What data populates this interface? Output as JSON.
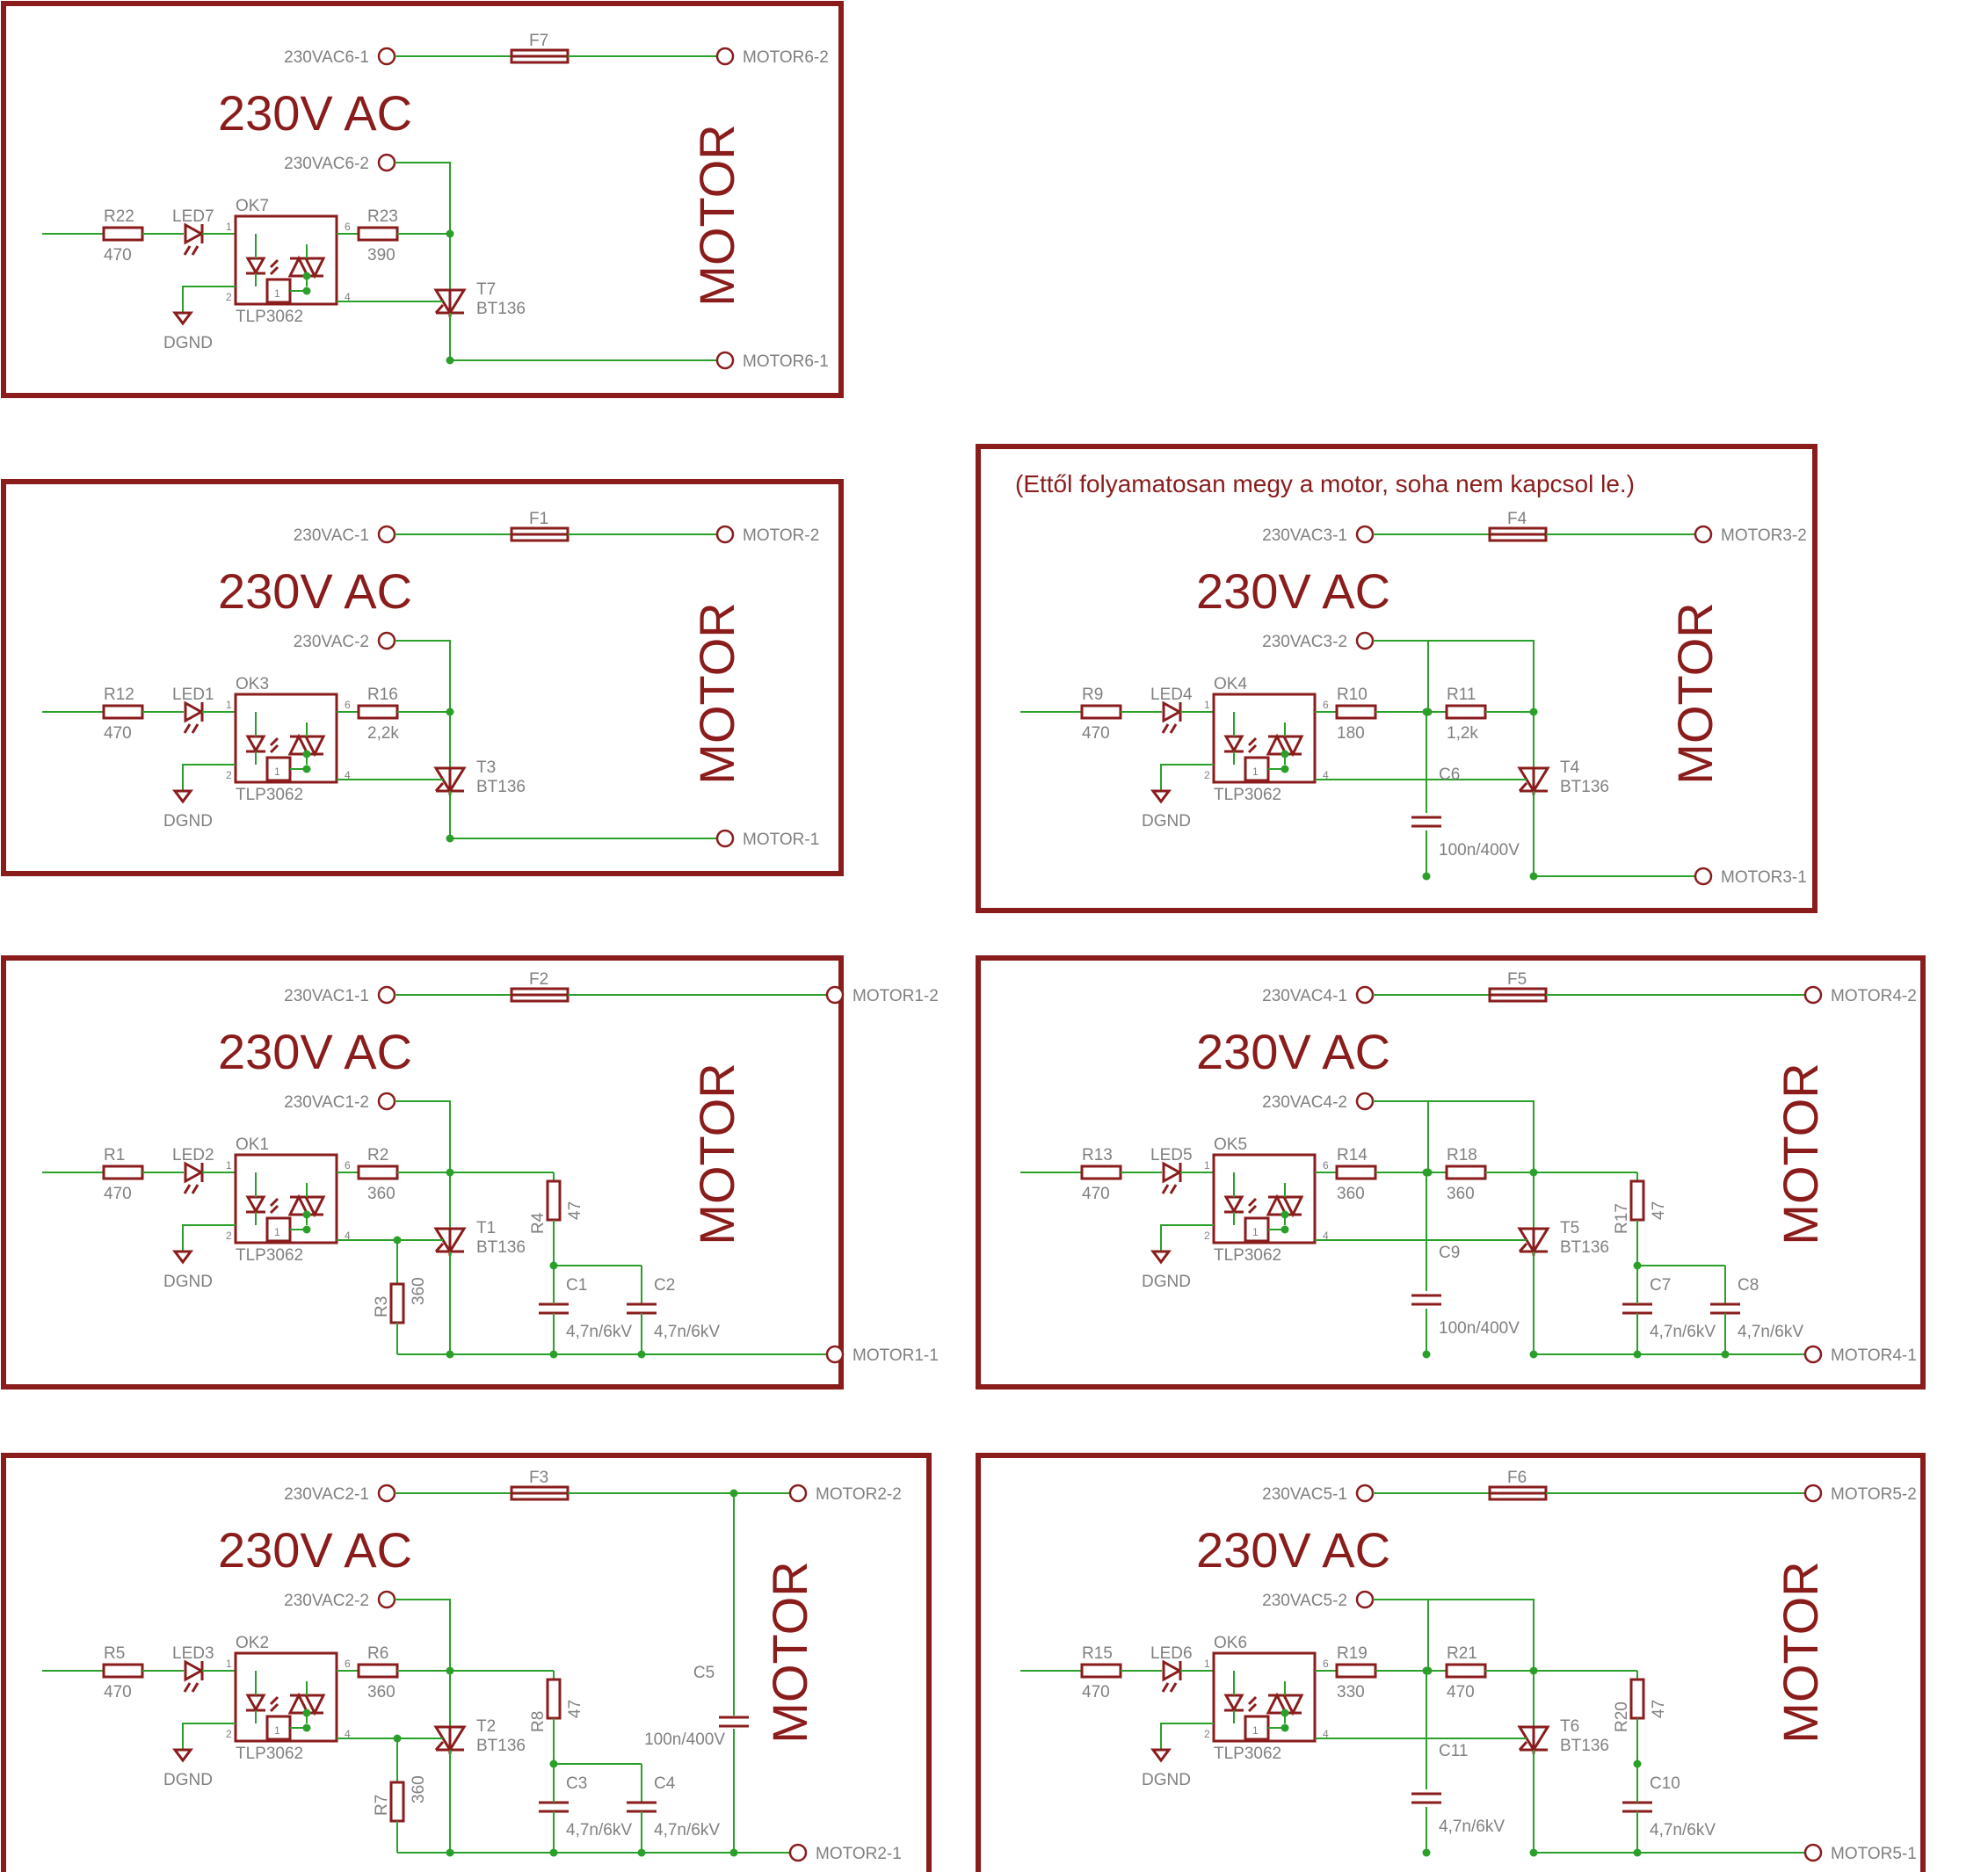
{
  "colors": {
    "frame": "#8a1c1c",
    "wire": "#2aa02a",
    "text": "#808080",
    "background": "#ffffff"
  },
  "common": {
    "voltage_title": "230V AC",
    "motor_label": "MOTOR",
    "ground": "DGND",
    "opto_part": "TLP3062",
    "triac_part": "BT136",
    "pins": [
      "1",
      "2",
      "4",
      "6"
    ],
    "opto_zero_cross_glyph": "1"
  },
  "panels": [
    {
      "id": "p6",
      "ac_in1": "230VAC6-1",
      "ac_in2": "230VAC6-2",
      "motor_out2": "MOTOR6-2",
      "motor_out1": "MOTOR6-1",
      "fuse": "F7",
      "input_res": "R22",
      "input_res_val": "470",
      "led": "LED7",
      "opto": "OK7",
      "gate_res_a": "R23",
      "gate_res_a_val": "390",
      "triac": "T7"
    },
    {
      "id": "p0",
      "ac_in1": "230VAC-1",
      "ac_in2": "230VAC-2",
      "motor_out2": "MOTOR-2",
      "motor_out1": "MOTOR-1",
      "fuse": "F1",
      "input_res": "R12",
      "input_res_val": "470",
      "led": "LED1",
      "opto": "OK3",
      "gate_res_a": "R16",
      "gate_res_a_val": "2,2k",
      "triac": "T3"
    },
    {
      "id": "p3",
      "note": "(Ettől folyamatosan megy a motor, soha nem kapcsol le.)",
      "ac_in1": "230VAC3-1",
      "ac_in2": "230VAC3-2",
      "motor_out2": "MOTOR3-2",
      "motor_out1": "MOTOR3-1",
      "fuse": "F4",
      "input_res": "R9",
      "input_res_val": "470",
      "led": "LED4",
      "opto": "OK4",
      "gate_res_a": "R10",
      "gate_res_a_val": "180",
      "gate_res_b": "R11",
      "gate_res_b_val": "1,2k",
      "cap_x": "C6",
      "cap_x_val": "100n/400V",
      "triac": "T4"
    },
    {
      "id": "p1",
      "ac_in1": "230VAC1-1",
      "ac_in2": "230VAC1-2",
      "motor_out2": "MOTOR1-2",
      "motor_out1": "MOTOR1-1",
      "fuse": "F2",
      "input_res": "R1",
      "input_res_val": "470",
      "led": "LED2",
      "opto": "OK1",
      "gate_res_a": "R2",
      "gate_res_a_val": "360",
      "gate_gnd_res": "R3",
      "gate_gnd_res_val": "360",
      "snub_res": "R4",
      "snub_res_val": "47",
      "snub_cap1": "C1",
      "snub_cap1_val": "4,7n/6kV",
      "snub_cap2": "C2",
      "snub_cap2_val": "4,7n/6kV",
      "triac": "T1"
    },
    {
      "id": "p4",
      "ac_in1": "230VAC4-1",
      "ac_in2": "230VAC4-2",
      "motor_out2": "MOTOR4-2",
      "motor_out1": "MOTOR4-1",
      "fuse": "F5",
      "input_res": "R13",
      "input_res_val": "470",
      "led": "LED5",
      "opto": "OK5",
      "gate_res_a": "R14",
      "gate_res_a_val": "360",
      "gate_res_b": "R18",
      "gate_res_b_val": "360",
      "cap_x": "C9",
      "cap_x_val": "100n/400V",
      "snub_res": "R17",
      "snub_res_val": "47",
      "snub_cap1": "C7",
      "snub_cap1_val": "4,7n/6kV",
      "snub_cap2": "C8",
      "snub_cap2_val": "4,7n/6kV",
      "triac": "T5"
    },
    {
      "id": "p2",
      "ac_in1": "230VAC2-1",
      "ac_in2": "230VAC2-2",
      "motor_out2": "MOTOR2-2",
      "motor_out1": "MOTOR2-1",
      "fuse": "F3",
      "input_res": "R5",
      "input_res_val": "470",
      "led": "LED3",
      "opto": "OK2",
      "gate_res_a": "R6",
      "gate_res_a_val": "360",
      "gate_gnd_res": "R7",
      "gate_gnd_res_val": "360",
      "snub_res": "R8",
      "snub_res_val": "47",
      "snub_cap1": "C3",
      "snub_cap1_val": "4,7n/6kV",
      "snub_cap2": "C4",
      "snub_cap2_val": "4,7n/6kV",
      "x_cap": "C5",
      "x_cap_val": "100n/400V",
      "triac": "T2"
    },
    {
      "id": "p5",
      "ac_in1": "230VAC5-1",
      "ac_in2": "230VAC5-2",
      "motor_out2": "MOTOR5-2",
      "motor_out1": "MOTOR5-1",
      "fuse": "F6",
      "input_res": "R15",
      "input_res_val": "470",
      "led": "LED6",
      "opto": "OK6",
      "gate_res_a": "R19",
      "gate_res_a_val": "330",
      "gate_res_b": "R21",
      "gate_res_b_val": "470",
      "cap_x": "C11",
      "cap_x_val": "4,7n/6kV",
      "snub_res": "R20",
      "snub_res_val": "47",
      "snub_cap1": "C10",
      "snub_cap1_val": "4,7n/6kV",
      "triac": "T6"
    }
  ]
}
